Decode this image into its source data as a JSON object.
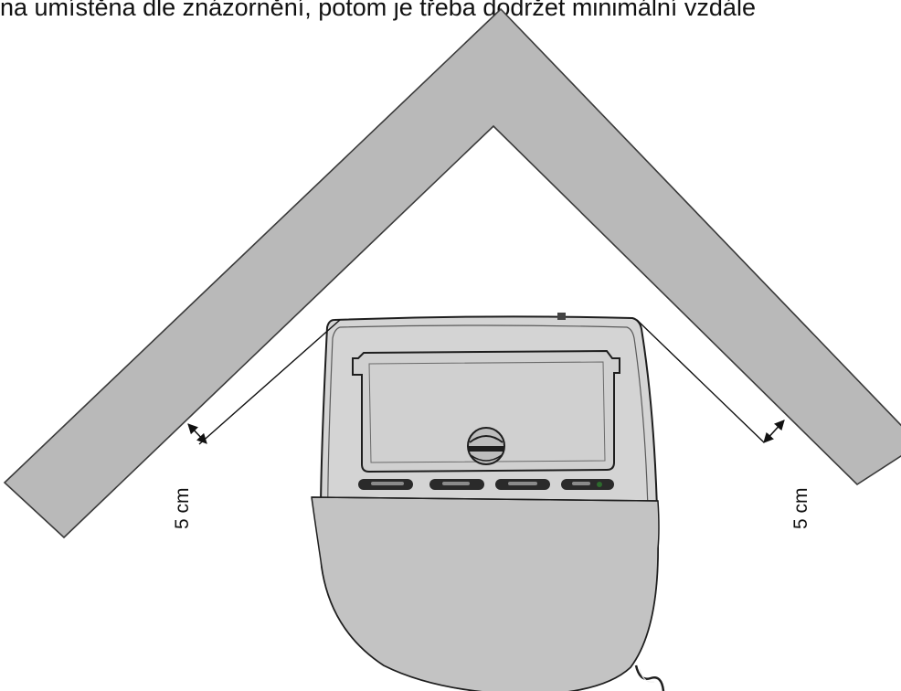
{
  "caption": "na umístěna dle znázornění, potom je třeba dodržet minimální vzdále",
  "dimensions": {
    "left_gap_label": "5 cm",
    "right_gap_label": "5 cm"
  },
  "colors": {
    "wall": "#b9b9b9",
    "wall_outline": "#3a3a3a",
    "device_body": "#d4d4d4",
    "device_lower": "#c3c3c3",
    "device_outline": "#1e1e1e",
    "dimension_line": "#111111"
  }
}
